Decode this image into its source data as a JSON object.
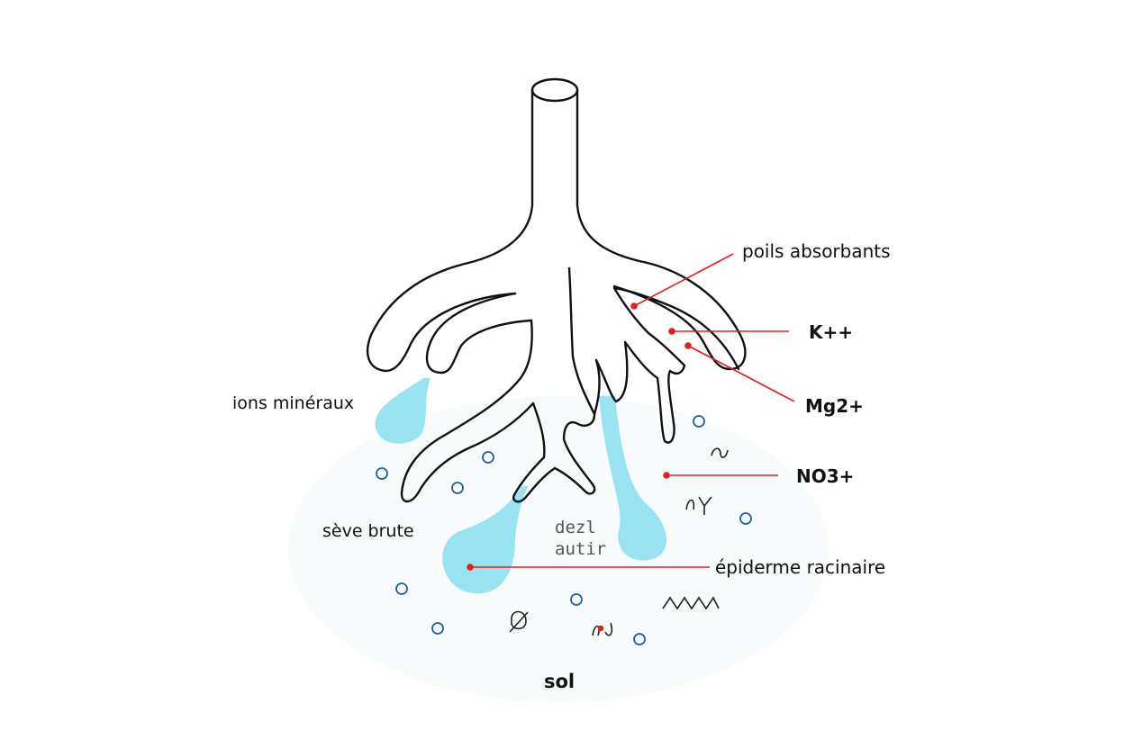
{
  "labels": {
    "poils_absorbants": "poils absorbants",
    "k": "K++",
    "mg": "Mg2+",
    "no3": "NO3+",
    "epiderme": "épiderme racinaire",
    "ions": "ions minéraux",
    "seve": "sève brute",
    "sol": "sol"
  },
  "scribbles": {
    "line1": "dezl",
    "line2": "autir"
  },
  "colors": {
    "outline": "#111111",
    "leader": "#e02020",
    "water": "#8fe0f2",
    "ion_circle": "#1f5fa8",
    "background": "#ffffff"
  }
}
